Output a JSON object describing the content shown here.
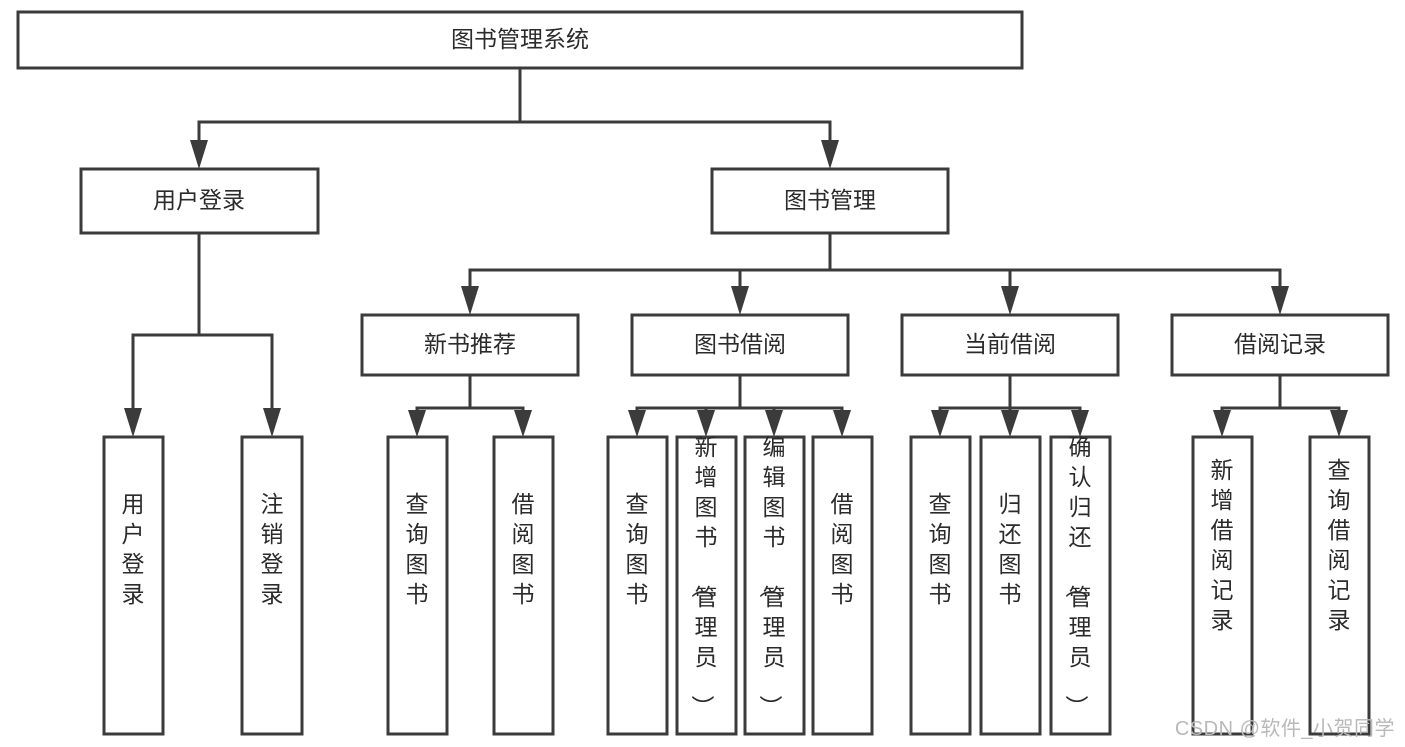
{
  "diagram": {
    "title": "图书管理系统",
    "watermark": "CSDN @软件_小贺同学",
    "colors": {
      "stroke": "#3b3b3b",
      "box_fill": "#ffffff",
      "text": "#2b2b2b",
      "background": "#ffffff",
      "watermark": "#b9b9b9"
    },
    "root": {
      "label": "图书管理系统"
    },
    "level2": [
      {
        "label": "用户登录"
      },
      {
        "label": "图书管理"
      }
    ],
    "level3": [
      {
        "label": "新书推荐"
      },
      {
        "label": "图书借阅"
      },
      {
        "label": "当前借阅"
      },
      {
        "label": "借阅记录"
      }
    ],
    "leaves": {
      "user_login": [
        {
          "label": "用户登录"
        },
        {
          "label": "注销登录"
        }
      ],
      "new_book_recommend": [
        {
          "label": "查询图书"
        },
        {
          "label": "借阅图书"
        }
      ],
      "book_borrow": [
        {
          "label": "查询图书"
        },
        {
          "label": "新增图书（管理员）"
        },
        {
          "label": "编辑图书（管理员）"
        },
        {
          "label": "借阅图书"
        }
      ],
      "current_borrow": [
        {
          "label": "查询图书"
        },
        {
          "label": "归还图书"
        },
        {
          "label": "确认归还（管理员）"
        }
      ],
      "borrow_record": [
        {
          "label": "新增借阅记录"
        },
        {
          "label": "查询借阅记录"
        }
      ]
    }
  }
}
